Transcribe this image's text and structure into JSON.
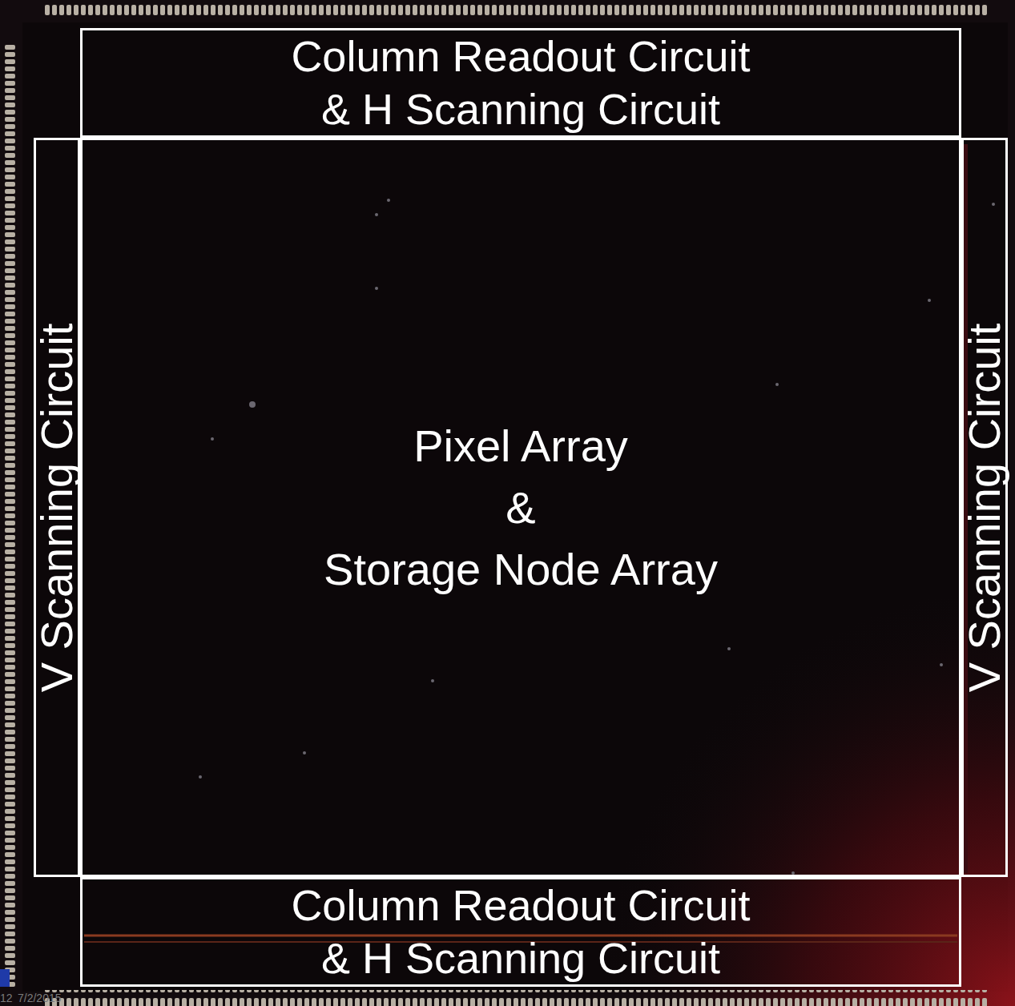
{
  "diagram": {
    "nodes": [
      {
        "text": [
          "Column Readout Circuit & H Scanning Circuit"
        ]
      },
      {
        "text": [
          "V Scanning Circuit"
        ]
      },
      {
        "text": [
          "Pixel Array & Storage Node Array"
        ]
      },
      {
        "text": [
          "V Scanning Circuit"
        ]
      },
      {
        "text": [
          "Column Readout Circuit & H Scanning Circuit"
        ]
      }
    ],
    "labels": [
      "12",
      "7/2/2015"
    ]
  }
}
